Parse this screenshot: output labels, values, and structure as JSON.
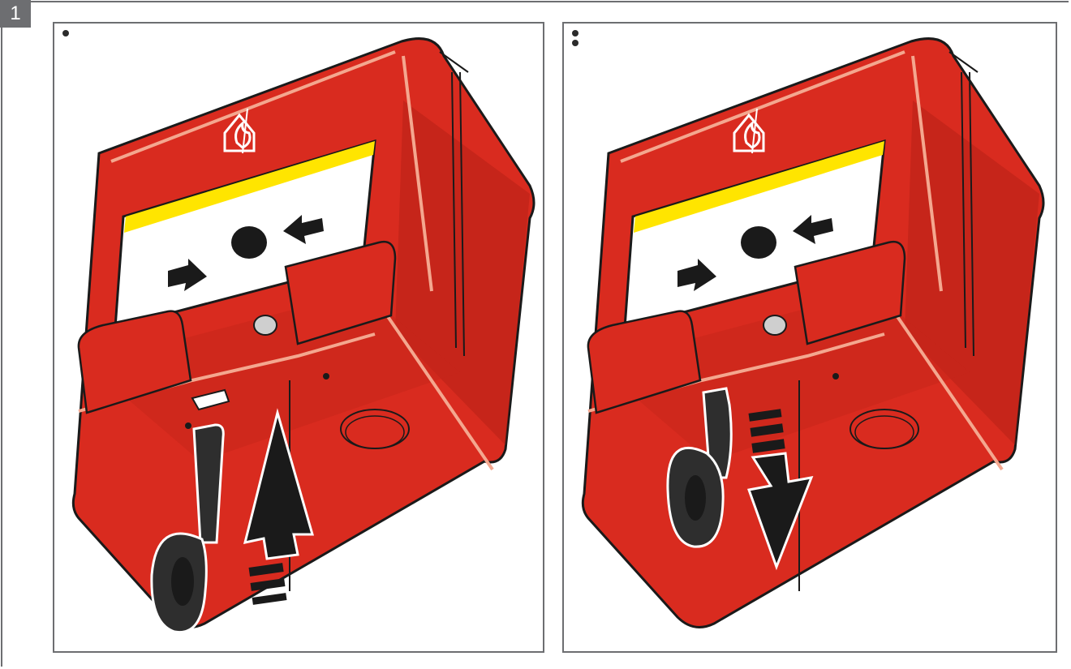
{
  "figure": {
    "number": "1"
  },
  "panels": [
    {
      "step_dots": 1,
      "key_action": "insert",
      "arrow_direction": "up"
    },
    {
      "step_dots": 2,
      "key_action": "remove",
      "arrow_direction": "down"
    }
  ],
  "colors": {
    "housing": "#d92b1f",
    "housing_dark": "#b01f15",
    "highlight": "#f4a78f",
    "yellow_band": "#ffe500",
    "key": "#2e2e2e",
    "outline": "#1a1a1a",
    "frame": "#6d6e71"
  },
  "icons": [
    "house-fire-icon",
    "arrow-right-icon",
    "arrow-left-icon",
    "key-icon",
    "led-icon"
  ]
}
